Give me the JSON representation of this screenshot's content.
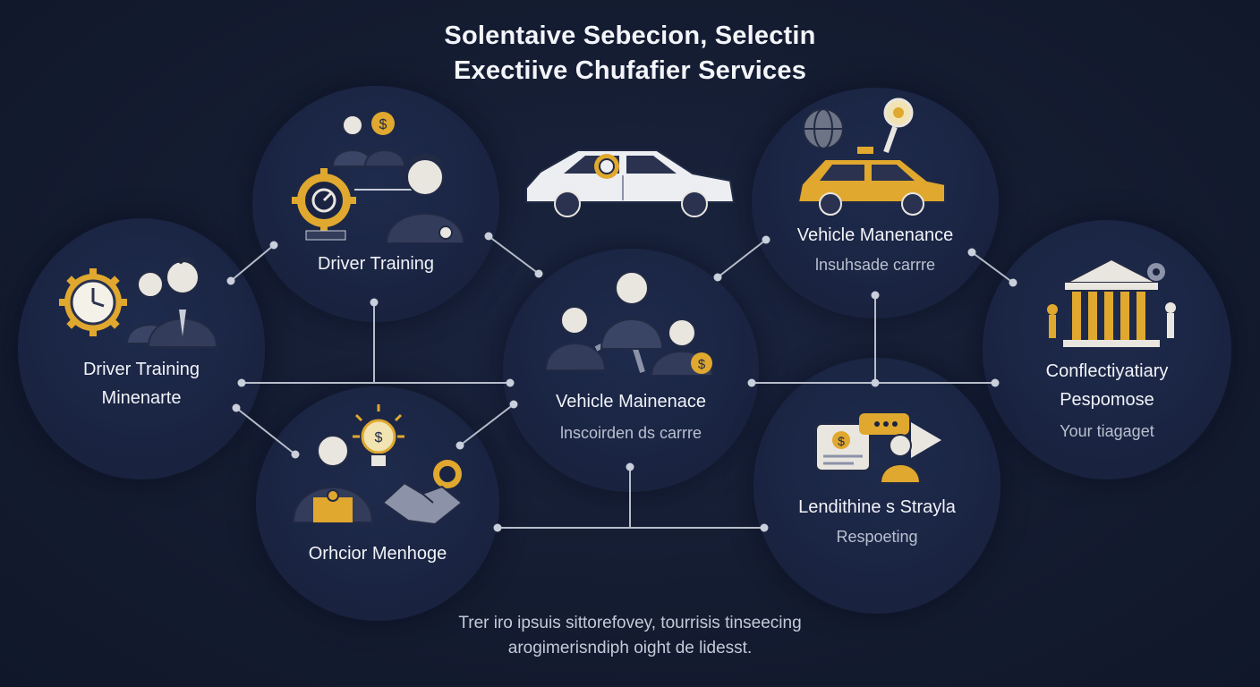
{
  "title": {
    "line1": "Solentaive Sebecion, Selectin",
    "line2": "Exectiive Chufafier Services"
  },
  "nodes": {
    "left": {
      "label1": "Driver Training",
      "label2": "Minenarte"
    },
    "top_left": {
      "label": "Driver Training"
    },
    "center": {
      "label": "Vehicle Mainenace",
      "sub": "lnscoirden ds carrre"
    },
    "top_right": {
      "label": "Vehicle Manenance",
      "sub": "lnsuhsade carrre"
    },
    "far_right": {
      "label1": "Conflectiyatiary",
      "label2": "Pespomose",
      "sub": "Your tiagaget"
    },
    "bottom_left": {
      "label": "Orhcior Menhoge"
    },
    "bottom_right": {
      "label": "Lendithine s Strayla",
      "sub": "Respoeting"
    }
  },
  "footer": {
    "line1": "Trer iro ipsuis sittorefovey, tourrisis tinseecing",
    "line2": "arogimerisndiph oight de lidesst."
  },
  "icons": [
    "gear-clock-icon",
    "executives-icon",
    "target-gear-icon",
    "manager-icon",
    "car-icon",
    "taxi-icon",
    "globe-icon",
    "magnifier-icon",
    "team-icon",
    "building-icon",
    "lightbulb-icon",
    "handshake-icon",
    "document-icon",
    "person-icon"
  ],
  "colors": {
    "background": "#141c31",
    "node": "#1b2545",
    "connector": "#b7bdca",
    "accent_gold": "#e0a82e",
    "figure": "#333c5a"
  }
}
